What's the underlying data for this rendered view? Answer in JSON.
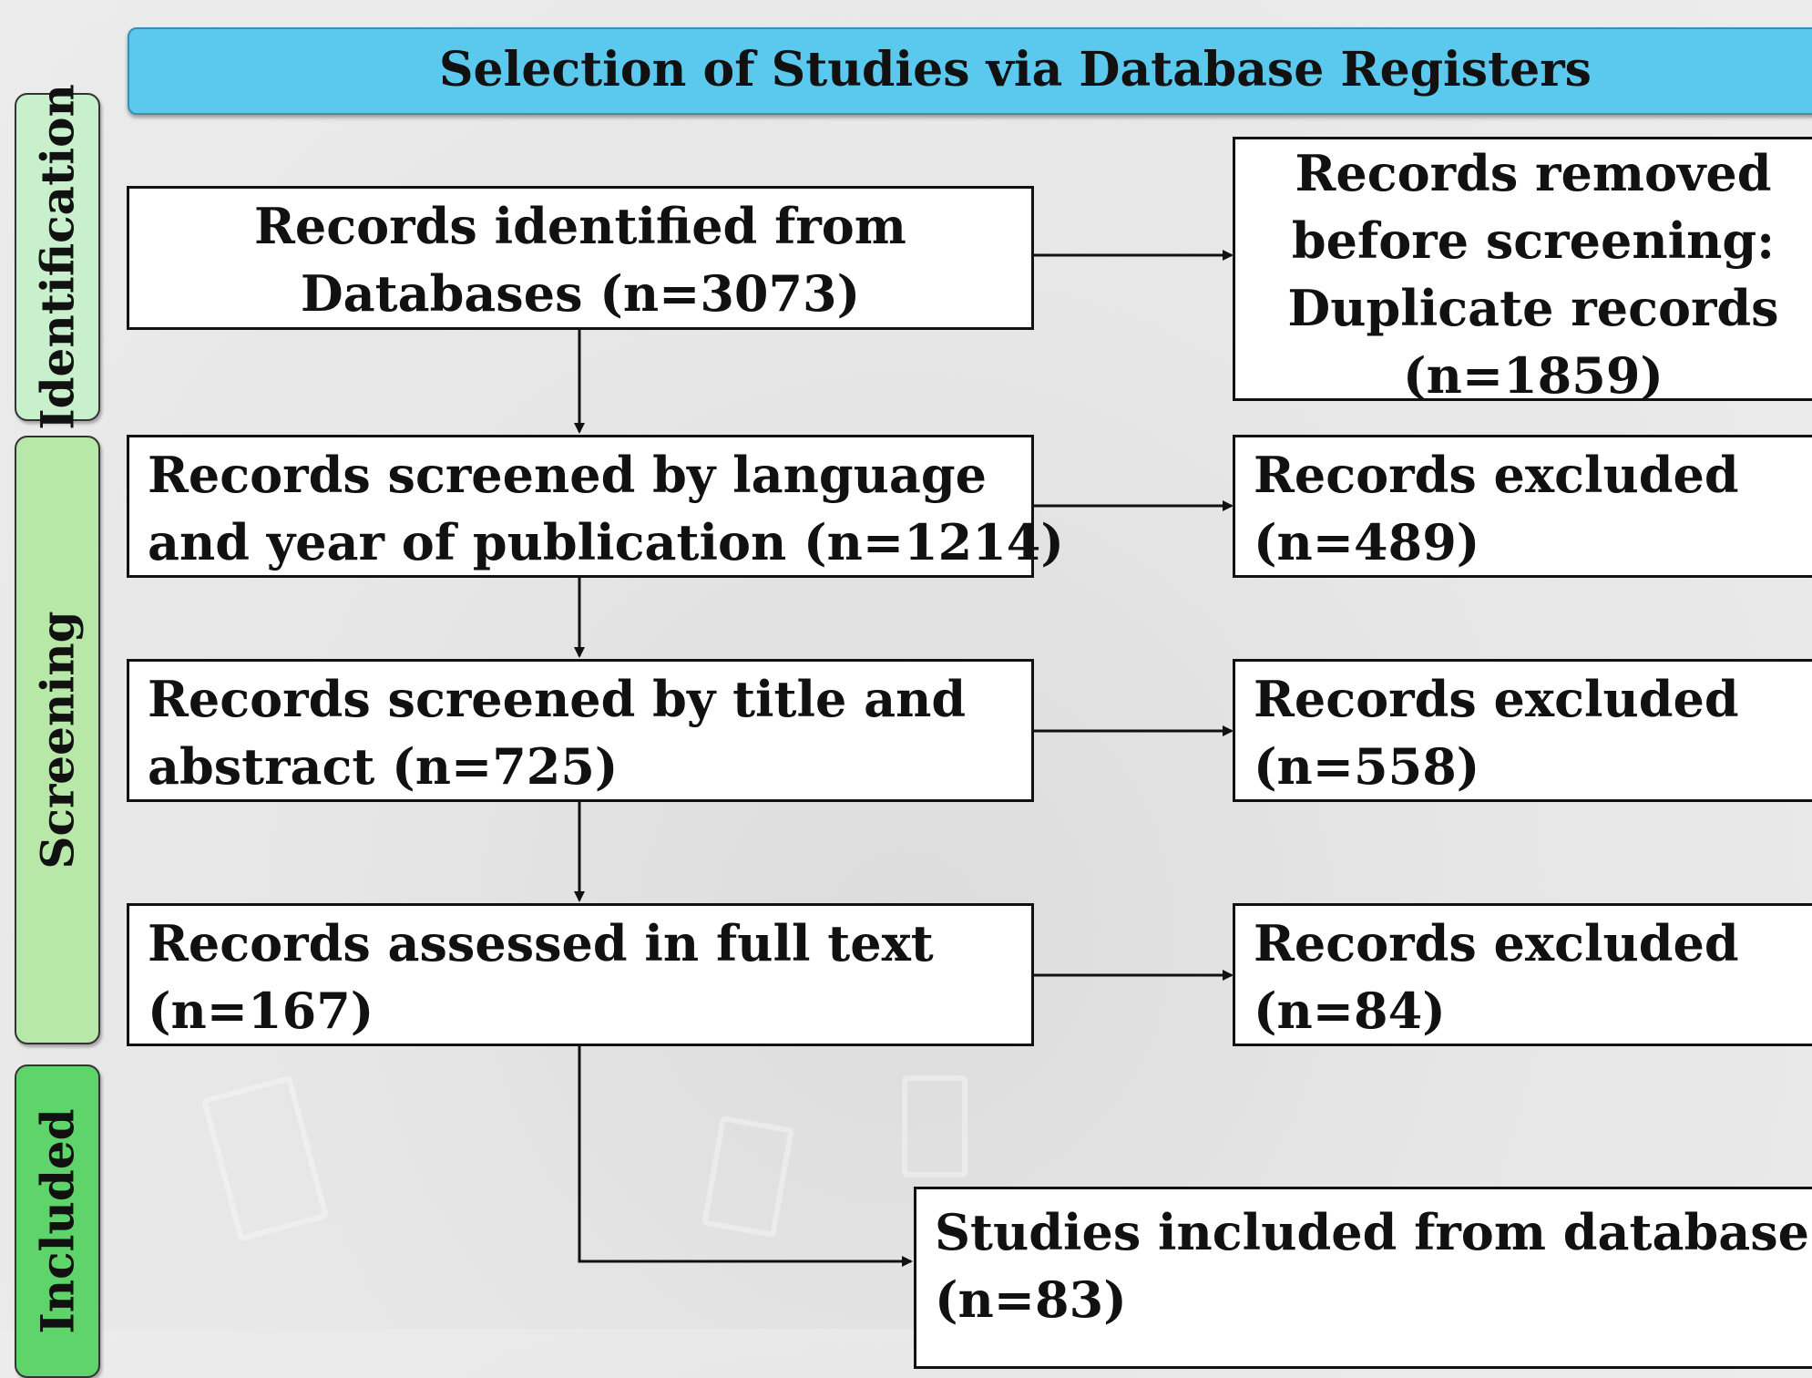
{
  "header": {
    "title": "Selection of Studies via Database Registers"
  },
  "phases": {
    "identification": "Identification",
    "screening": "Screening",
    "included": "Included"
  },
  "boxes": {
    "identified": [
      "Records identified from",
      "Databases (n=3073)"
    ],
    "removed": [
      "Records removed",
      "before screening:",
      "Duplicate records",
      "(n=1859)"
    ],
    "screened_language": [
      "Records screened by language",
      "and year of publication (n=1214)"
    ],
    "excluded_1": [
      "Records excluded",
      "(n=489)"
    ],
    "screened_title": [
      "Records screened by title and",
      "abstract (n=725)"
    ],
    "excluded_2": [
      "Records excluded",
      "(n=558)"
    ],
    "assessed": [
      "Records assessed in full text",
      "(n=167)"
    ],
    "excluded_3": [
      "Records excluded",
      "(n=84)"
    ],
    "included": [
      "Studies included from database",
      "(n=83)"
    ]
  },
  "colors": {
    "header": "#5bc8ee",
    "identification": "#c8f0cc",
    "screening": "#b8e8a8",
    "included": "#5ed46a"
  }
}
